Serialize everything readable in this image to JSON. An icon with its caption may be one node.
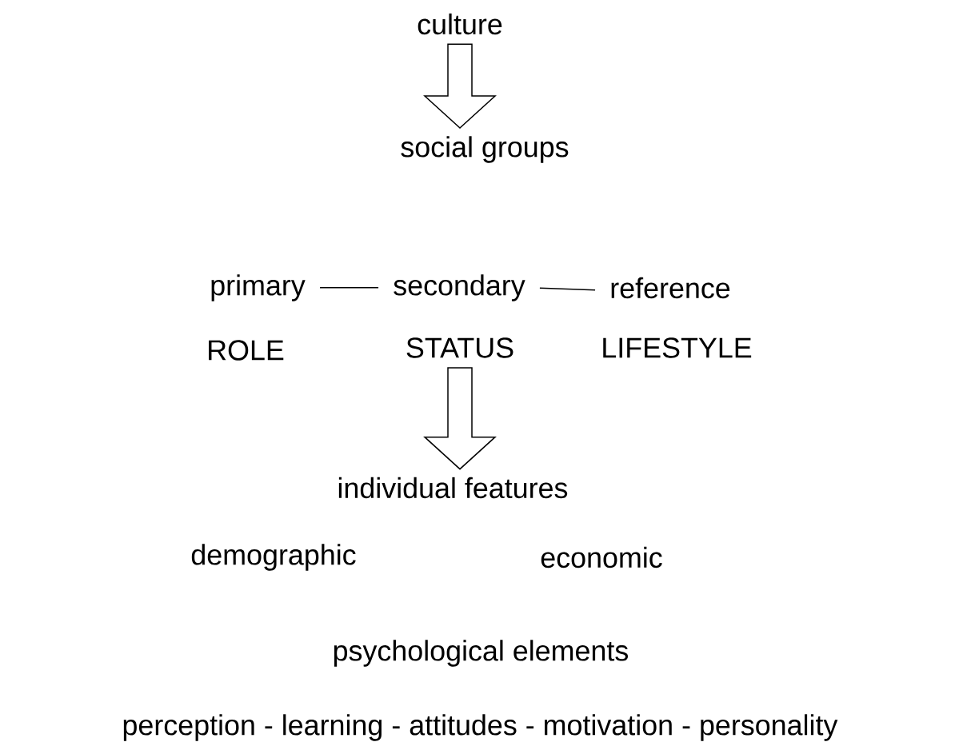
{
  "diagram": {
    "nodes": [
      {
        "text": [
          "culture"
        ]
      },
      {
        "text": [
          "social groups"
        ]
      },
      {
        "text": [
          "primary"
        ]
      },
      {
        "text": [
          "secondary"
        ]
      },
      {
        "text": [
          "reference"
        ]
      },
      {
        "text": [
          "ROLE"
        ]
      },
      {
        "text": [
          "STATUS"
        ]
      },
      {
        "text": [
          "LIFESTYLE"
        ]
      },
      {
        "text": [
          "individual features"
        ]
      }
    ],
    "edges": [
      {
        "from": 0,
        "to": 1,
        "arrow": "to"
      },
      {
        "from": 2,
        "to": 3,
        "arrow": "none"
      },
      {
        "from": 3,
        "to": 4,
        "arrow": "none"
      },
      {
        "from": 6,
        "to": 8,
        "arrow": "to"
      }
    ],
    "labels": [
      "demographic",
      "economic",
      "psychological elements",
      "perception - learning - attitudes - motivation - personality"
    ]
  }
}
